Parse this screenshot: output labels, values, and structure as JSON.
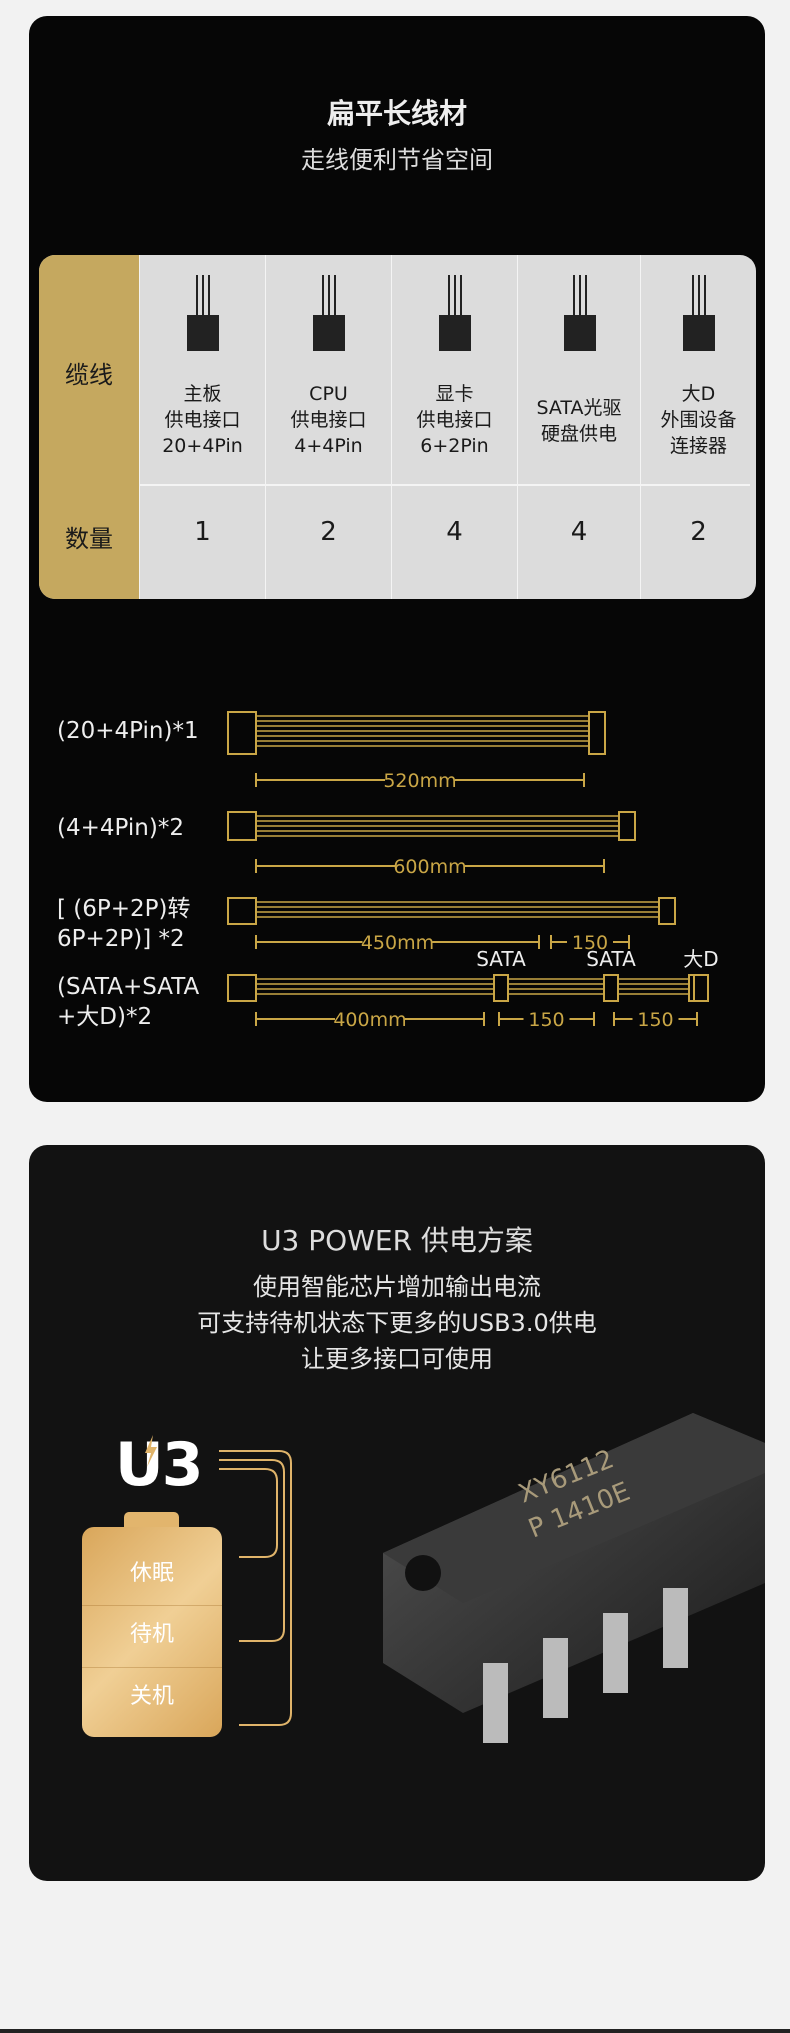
{
  "section1": {
    "title": "扁平长线材",
    "subtitle": "走线便利节省空间",
    "table": {
      "row_labels": [
        "缆线",
        "数量"
      ],
      "columns": [
        {
          "lines": [
            "主板",
            "供电接口",
            "20+4Pin"
          ],
          "qty": "1"
        },
        {
          "lines": [
            "CPU",
            "供电接口",
            "4+4Pin"
          ],
          "qty": "2"
        },
        {
          "lines": [
            "显卡",
            "供电接口",
            "6+2Pin"
          ],
          "qty": "4"
        },
        {
          "lines": [
            "SATA光驱",
            "硬盘供电"
          ],
          "qty": "4"
        },
        {
          "lines": [
            "大D",
            "外围设备",
            "连接器"
          ],
          "qty": "2"
        }
      ]
    },
    "cables": [
      {
        "label": [
          "(20+4Pin)*1"
        ],
        "dims": [
          "520mm"
        ]
      },
      {
        "label": [
          "(4+4Pin)*2"
        ],
        "dims": [
          "600mm"
        ]
      },
      {
        "label": [
          "[ (6P+2P)转",
          "6P+2P)] *2"
        ],
        "dims": [
          "450mm",
          "150"
        ]
      },
      {
        "label": [
          "(SATA+SATA",
          "+大D)*2"
        ],
        "dims": [
          "400mm",
          "150",
          "150"
        ],
        "connectors": [
          "SATA",
          "SATA",
          "大D"
        ]
      }
    ],
    "accent": "#c9a646"
  },
  "section2": {
    "title": "U3 POWER 供电方案",
    "lines": [
      "使用智能芯片增加输出电流",
      "可支持待机状态下更多的USB3.0供电",
      "让更多接口可使用"
    ],
    "logo": "U3",
    "battery": [
      "休眠",
      "待机",
      "关机"
    ],
    "chip_text": [
      "XY6112",
      "P 1410E"
    ]
  }
}
